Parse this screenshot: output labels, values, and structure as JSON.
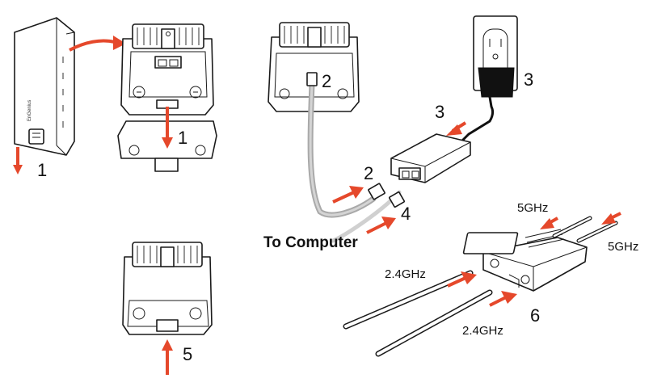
{
  "steps": {
    "remove_cover": "1",
    "remove_bottom": "1",
    "connect_lan": "2",
    "connect_poe_lan": "2",
    "connect_power_poe": "3",
    "connect_power_outlet": "3",
    "connect_computer": "4",
    "replace_cover": "5",
    "attach_antennas": "6"
  },
  "labels": {
    "to_computer": "To Computer",
    "band_5ghz_top": "5GHz",
    "band_5ghz_right": "5GHz",
    "band_24ghz_left": "2.4GHz",
    "band_24ghz_bottom": "2.4GHz",
    "brand_logo": "EnGenius"
  },
  "colors": {
    "arrow": "#e5482b",
    "outline": "#1a1a1a",
    "cable_gray": "#b8b8b8",
    "adapter_black": "#111111"
  }
}
